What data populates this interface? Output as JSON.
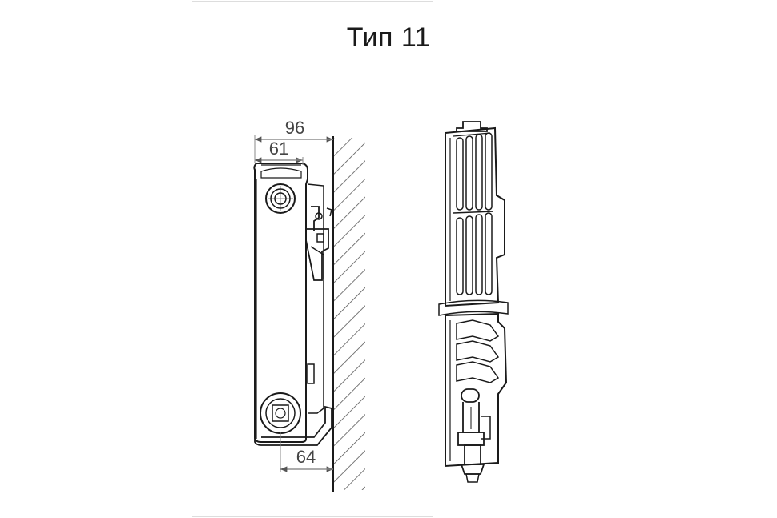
{
  "title": "Тип 11",
  "dimensions": {
    "overall_depth": "96",
    "panel_depth": "61",
    "bottom_connection": "64"
  }
}
